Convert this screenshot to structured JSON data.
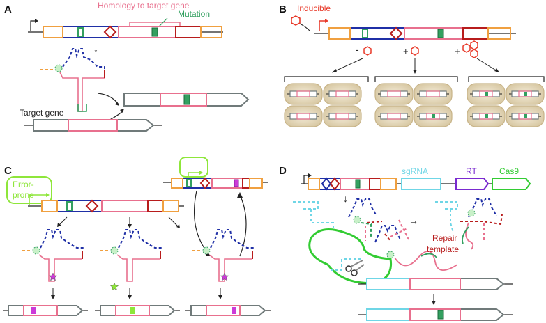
{
  "panels": {
    "a": {
      "letter": "A",
      "homology_label": "Homology to target gene",
      "mutation_label": "Mutation",
      "target_label": "Target gene"
    },
    "b": {
      "letter": "B",
      "inducible_label": "Inducible",
      "minus": "-",
      "plus1": "+",
      "plus2": "+"
    },
    "c": {
      "letter": "C",
      "error_label_1": "Error-",
      "error_label_2": "prone"
    },
    "d": {
      "letter": "D",
      "sgrna_label": "sgRNA",
      "rt_label": "RT",
      "cas9_label": "Cas9",
      "repair_label_1": "Repair",
      "repair_label_2": "template"
    }
  },
  "colors": {
    "blue": "#1f2fa6",
    "pink": "#e8708e",
    "orange": "#f0a040",
    "green": "#33a060",
    "darkred": "#b81c1c",
    "red": "#e83a2a",
    "lime": "#8ee63a",
    "magenta": "#cc3ad8",
    "cyan": "#6fd6e6",
    "purple": "#7a2ad0",
    "gray": "#707a7a",
    "cell": "#e8dcc2"
  }
}
